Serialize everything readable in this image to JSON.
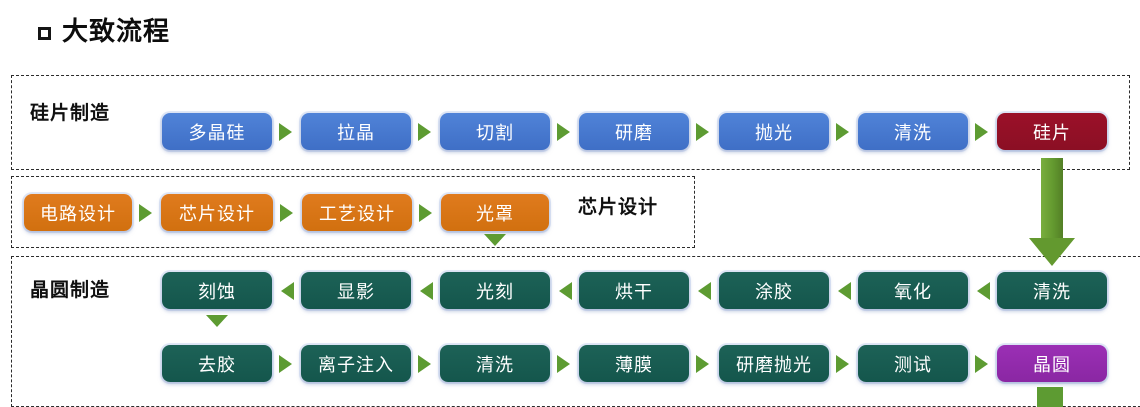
{
  "title": {
    "bullet": "square-bullet",
    "text": "大致流程"
  },
  "panels": [
    {
      "name": "wafer-manufacturing",
      "label": "硅片制造"
    },
    {
      "name": "chip-design",
      "label": "芯片设计"
    },
    {
      "name": "fab-manufacturing",
      "label": "晶圆制造"
    }
  ],
  "colors": {
    "blue": "#4472C4",
    "maroon": "#8B0F24",
    "orange": "#D1700F",
    "teal": "#14564C",
    "purple": "#8A27A3",
    "arrow_green": "#5D9B32",
    "dash_border": "#2B2B2B",
    "text": "#FFFFFF"
  },
  "rows": {
    "wafer_manufacturing": {
      "direction": "left-to-right",
      "nodes": [
        {
          "label": "多晶硅",
          "color": "blue"
        },
        {
          "label": "拉晶",
          "color": "blue"
        },
        {
          "label": "切割",
          "color": "blue"
        },
        {
          "label": "研磨",
          "color": "blue"
        },
        {
          "label": "抛光",
          "color": "blue"
        },
        {
          "label": "清洗",
          "color": "blue"
        },
        {
          "label": "硅片",
          "color": "maroon"
        }
      ]
    },
    "chip_design": {
      "direction": "left-to-right",
      "nodes": [
        {
          "label": "电路设计",
          "color": "orange"
        },
        {
          "label": "芯片设计",
          "color": "orange"
        },
        {
          "label": "工艺设计",
          "color": "orange"
        },
        {
          "label": "光罩",
          "color": "orange"
        }
      ]
    },
    "fab_upper": {
      "direction": "right-to-left",
      "nodes": [
        {
          "label": "刻蚀",
          "color": "teal"
        },
        {
          "label": "显影",
          "color": "teal"
        },
        {
          "label": "光刻",
          "color": "teal"
        },
        {
          "label": "烘干",
          "color": "teal"
        },
        {
          "label": "涂胶",
          "color": "teal"
        },
        {
          "label": "氧化",
          "color": "teal"
        },
        {
          "label": "清洗",
          "color": "teal"
        }
      ]
    },
    "fab_lower": {
      "direction": "left-to-right",
      "nodes": [
        {
          "label": "去胶",
          "color": "teal"
        },
        {
          "label": "离子注入",
          "color": "teal"
        },
        {
          "label": "清洗",
          "color": "teal"
        },
        {
          "label": "薄膜",
          "color": "teal"
        },
        {
          "label": "研磨抛光",
          "color": "teal"
        },
        {
          "label": "测试",
          "color": "teal"
        },
        {
          "label": "晶圆",
          "color": "purple"
        }
      ]
    }
  },
  "connectors": {
    "silicon_to_clean": "big-down-arrow",
    "mask_to_fab": "down-arrow",
    "etch_to_strip": "down-arrow",
    "wafer_out": "green-stub"
  }
}
